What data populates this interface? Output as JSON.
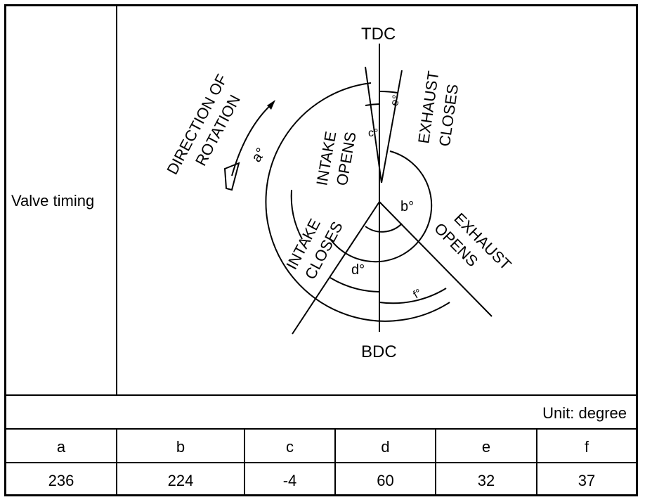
{
  "row_label": "Valve timing",
  "diagram": {
    "tdc": "TDC",
    "bdc": "BDC",
    "direction_line1": "DIRECTION OF",
    "direction_line2": "ROTATION",
    "intake_opens_line1": "INTAKE",
    "intake_opens_line2": "OPENS",
    "exhaust_closes_line1": "EXHAUST",
    "exhaust_closes_line2": "CLOSES",
    "intake_closes_line1": "INTAKE",
    "intake_closes_line2": "CLOSES",
    "exhaust_opens_line1": "EXHAUST",
    "exhaust_opens_line2": "OPENS",
    "angle_a": "a°",
    "angle_b": "b°",
    "angle_c": "c°",
    "angle_d": "d°",
    "angle_e": "e°",
    "angle_f": "f°"
  },
  "unit_label": "Unit: degree",
  "table": {
    "headers": [
      "a",
      "b",
      "c",
      "d",
      "e",
      "f"
    ],
    "values": [
      "236",
      "224",
      "-4",
      "60",
      "32",
      "37"
    ]
  }
}
